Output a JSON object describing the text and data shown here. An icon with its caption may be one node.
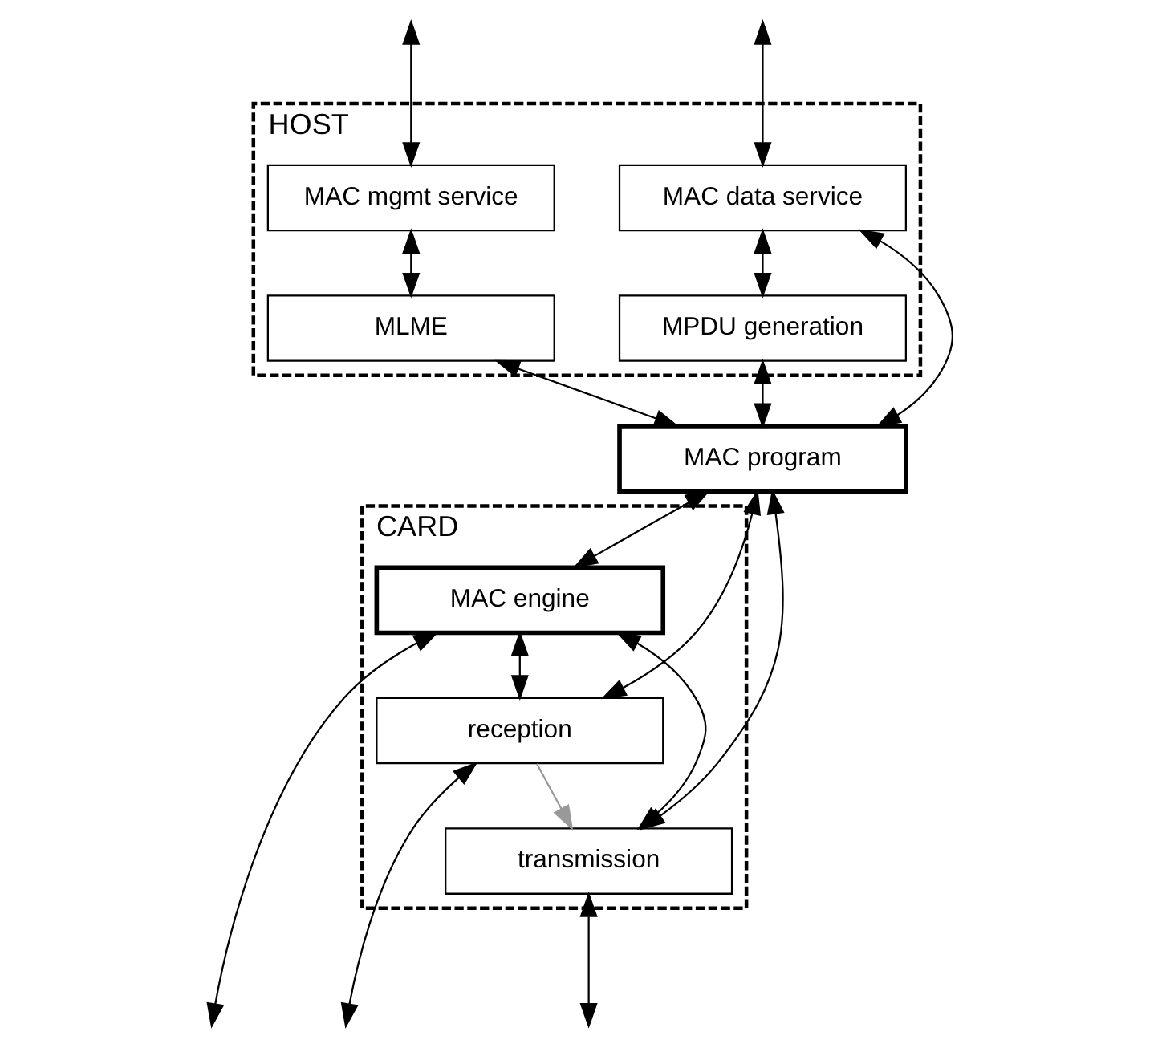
{
  "diagram": {
    "nodes": [
      {
        "text": [
          "HOST"
        ]
      },
      {
        "text": [
          "MAC data service"
        ],
        "in": 0
      },
      {
        "text": [
          "MAC mgmt service"
        ],
        "in": 0
      },
      {
        "text": [
          "MPDU generation"
        ],
        "in": 0
      },
      {
        "text": [
          "MLME"
        ],
        "in": 0
      },
      {
        "text": [
          "MAC program"
        ]
      },
      {
        "text": [
          "CARD"
        ]
      },
      {
        "text": [
          "MAC engine"
        ],
        "in": 6
      },
      {
        "text": [
          "transmission"
        ],
        "in": 6
      },
      {
        "text": [
          "reception"
        ],
        "in": 6
      }
    ],
    "edges": [
      {
        "from": null,
        "to": 1,
        "arrow": "both"
      },
      {
        "from": null,
        "to": 2,
        "arrow": "both"
      },
      {
        "from": 1,
        "to": 3,
        "arrow": "both"
      },
      {
        "from": 2,
        "to": 4,
        "arrow": "both"
      },
      {
        "from": 1,
        "to": 5,
        "arrow": "both"
      },
      {
        "from": 3,
        "to": 5,
        "arrow": "both"
      },
      {
        "from": 4,
        "to": 5,
        "arrow": "both"
      },
      {
        "from": 5,
        "to": 8,
        "arrow": "both"
      },
      {
        "from": 5,
        "to": 9,
        "arrow": "both"
      },
      {
        "from": 5,
        "to": 7,
        "arrow": "both"
      },
      {
        "from": 7,
        "to": 8,
        "arrow": "both"
      },
      {
        "from": 7,
        "to": 9,
        "arrow": "both"
      },
      {
        "from": 7,
        "to": null,
        "arrow": "both"
      },
      {
        "from": 9,
        "to": 8,
        "arrow": "to",
        "color": "#999999"
      },
      {
        "from": 8,
        "to": null,
        "arrow": "both"
      },
      {
        "from": 9,
        "to": null,
        "arrow": "both"
      }
    ]
  }
}
